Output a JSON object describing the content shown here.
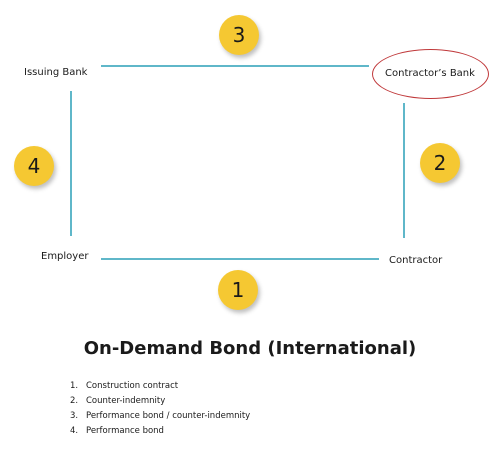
{
  "parties": {
    "issuing_bank": "Issuing Bank",
    "contractors_bank": "Contractor’s Bank",
    "employer": "Employer",
    "contractor": "Contractor"
  },
  "steps": [
    "1",
    "2",
    "3",
    "4"
  ],
  "title": "On-Demand Bond (International)",
  "legend": [
    {
      "num": "1.",
      "text": "Construction contract"
    },
    {
      "num": "2.",
      "text": "Counter-indemnity"
    },
    {
      "num": "3.",
      "text": "Performance bond / counter-indemnity"
    },
    {
      "num": "4.",
      "text": "Performance bond"
    }
  ],
  "colors": {
    "connector": "#5fb7c9",
    "badge": "#f5c832",
    "highlight": "#c0393b"
  }
}
